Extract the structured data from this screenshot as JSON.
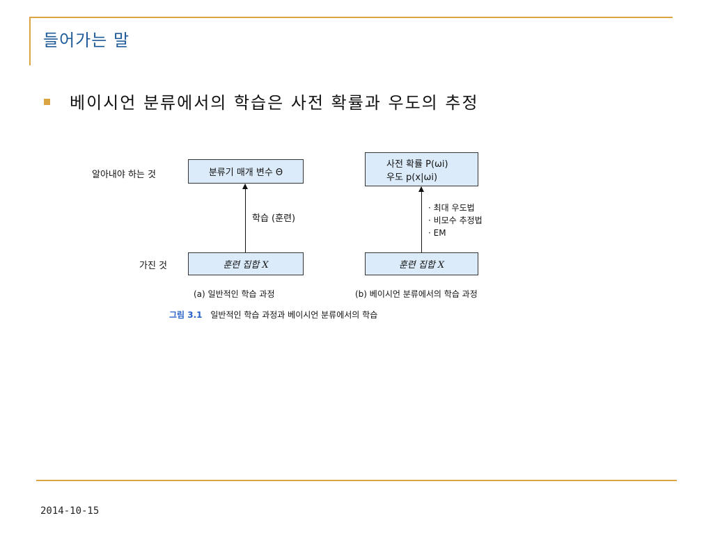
{
  "slide": {
    "title": "들어가는 말",
    "bullet": "베이시언 분류에서의 학습은 사전 확률과 우도의 추정",
    "date": "2014-10-15"
  },
  "colors": {
    "accent": "#d9a441",
    "title": "#1f5c99",
    "box_fill": "#dcebf9",
    "caption_number": "#2a64c8"
  },
  "diagram": {
    "left": {
      "label_top": "알아내야 하는 것",
      "box_top": "분류기 매개 변수 Θ",
      "arrow_label": "학습 (훈련)",
      "label_bottom": "가진 것",
      "box_bottom": "훈련 집합 X",
      "caption": "(a) 일반적인 학습 과정"
    },
    "right": {
      "box_top_line1": "사전 확률 P(ωi)",
      "box_top_line2": "우도 p(x|ωi)",
      "methods": [
        "최대 우도법",
        "비모수 추정법",
        "EM"
      ],
      "box_bottom": "훈련 집합 X",
      "caption": "(b) 베이시언 분류에서의 학습 과정"
    },
    "figure_caption": {
      "number": "그림 3.1",
      "text": "일반적인 학습 과정과 베이시언 분류에서의 학습"
    }
  }
}
